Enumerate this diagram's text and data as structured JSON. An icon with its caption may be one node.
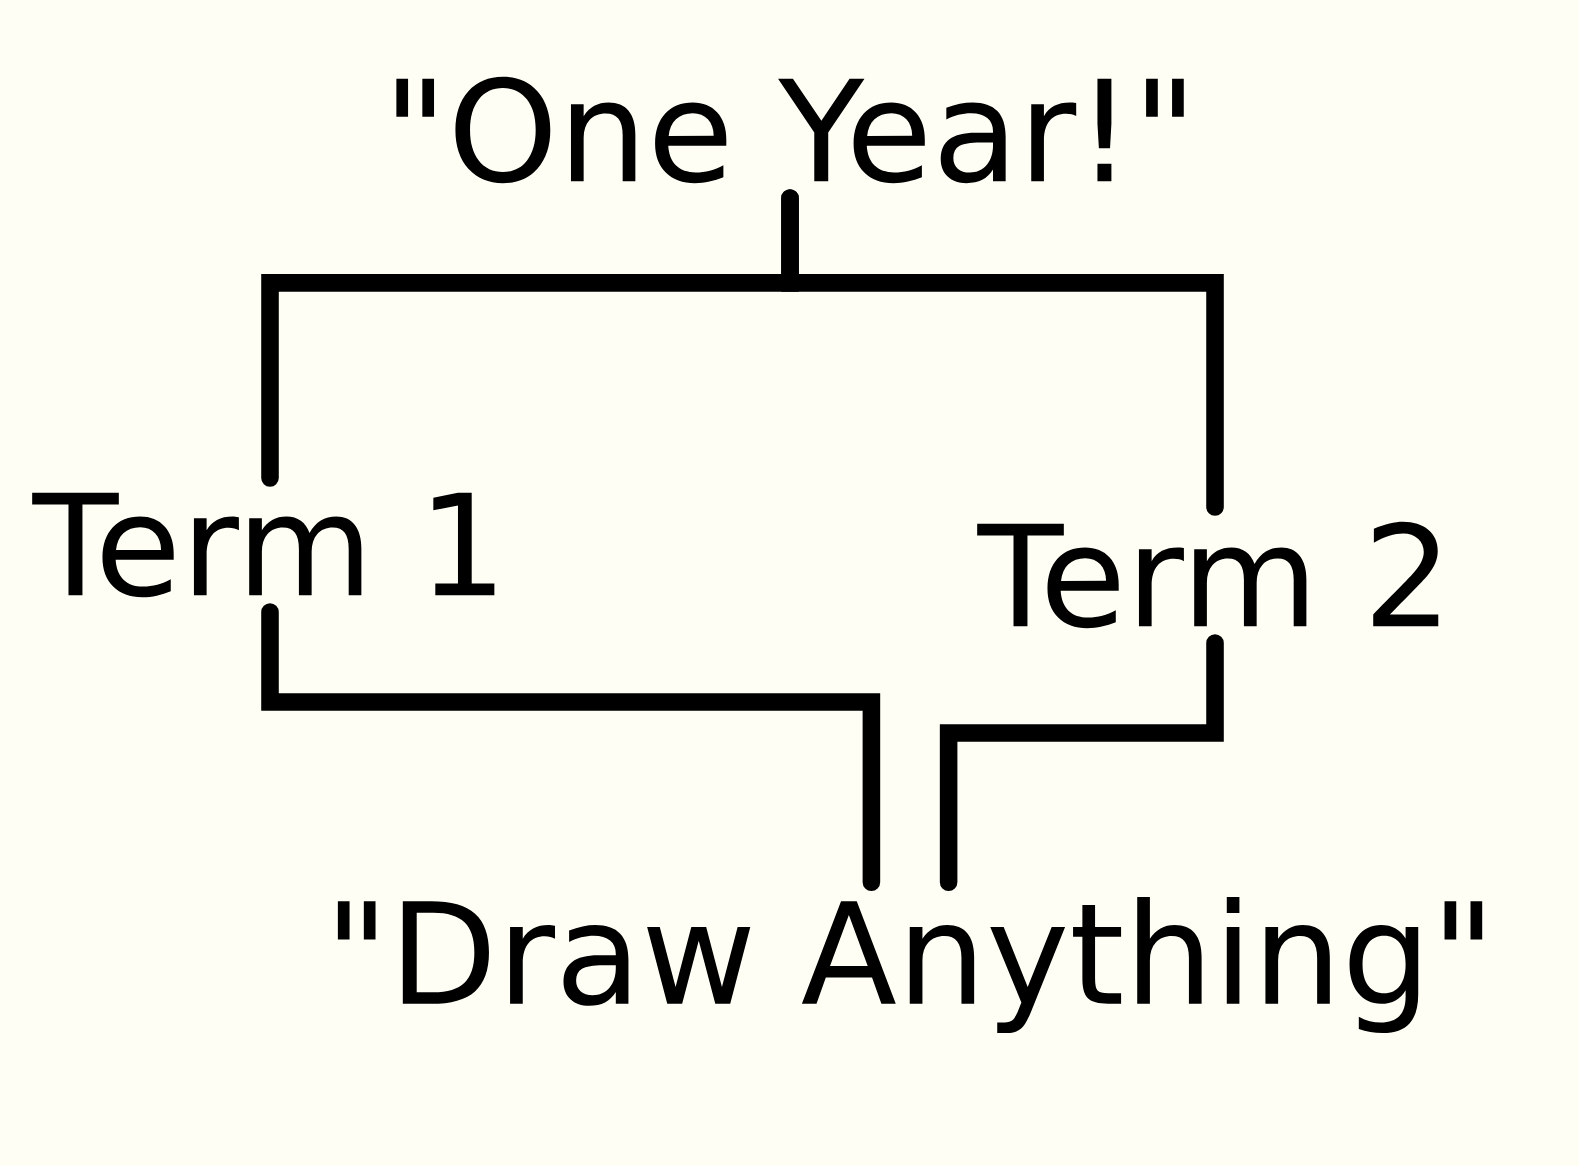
{
  "diagram": {
    "nodes": [
      {
        "text": [
          "\"One Year!\""
        ]
      },
      {
        "text": [
          "Term 1"
        ]
      },
      {
        "text": [
          "Term 2"
        ]
      },
      {
        "text": [
          "\"Draw Anything\""
        ]
      }
    ],
    "edges": [
      {
        "from": 0,
        "to": 1,
        "arrow": "none"
      },
      {
        "from": 0,
        "to": 2,
        "arrow": "none"
      },
      {
        "from": 1,
        "to": 3,
        "arrow": "none"
      },
      {
        "from": 2,
        "to": 3,
        "arrow": "none"
      }
    ]
  }
}
